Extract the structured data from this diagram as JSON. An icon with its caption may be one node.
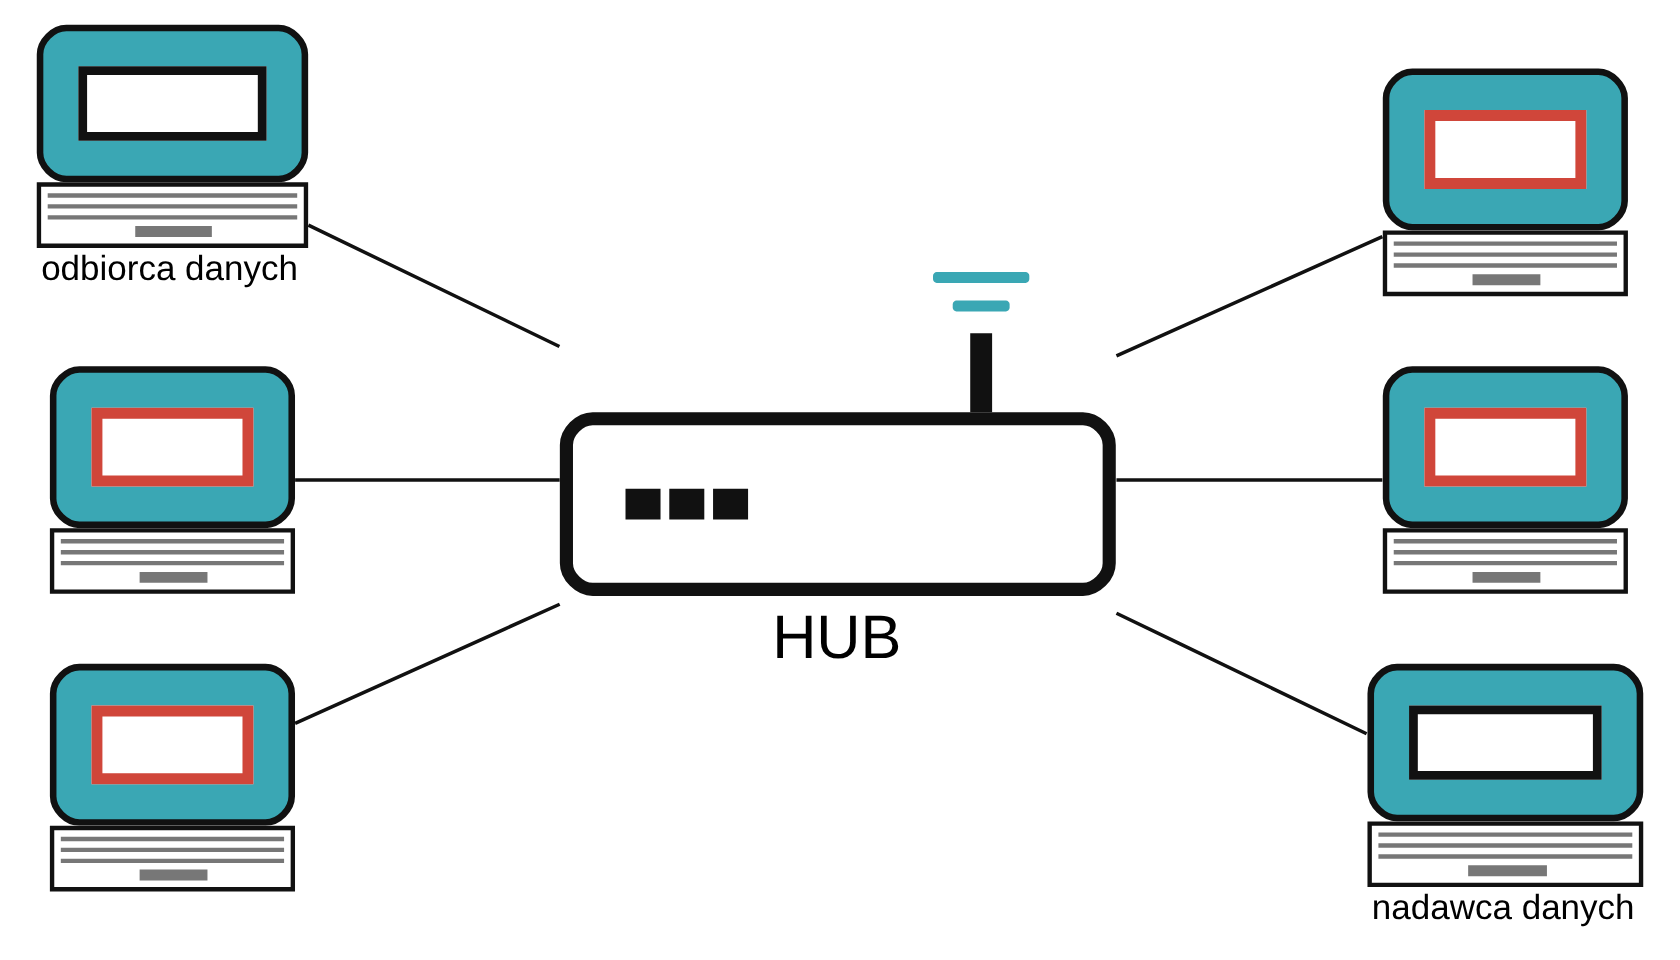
{
  "diagram": {
    "nodes": [
      {
        "text": [
          "odbiorca danych"
        ]
      },
      {
        "text": [],
        "shape": "picture"
      },
      {
        "text": [],
        "shape": "picture"
      },
      {
        "text": [
          "HUB"
        ]
      },
      {
        "text": [],
        "shape": "picture"
      },
      {
        "text": [],
        "shape": "picture"
      },
      {
        "text": [
          "nadawca danych"
        ]
      }
    ],
    "edges": [
      {
        "from": 0,
        "to": 3,
        "arrow": "none"
      },
      {
        "from": 1,
        "to": 3,
        "arrow": "none"
      },
      {
        "from": 2,
        "to": 3,
        "arrow": "none"
      },
      {
        "from": 3,
        "to": 4,
        "arrow": "none"
      },
      {
        "from": 3,
        "to": 5,
        "arrow": "none"
      },
      {
        "from": 3,
        "to": 6,
        "arrow": "none"
      }
    ]
  }
}
